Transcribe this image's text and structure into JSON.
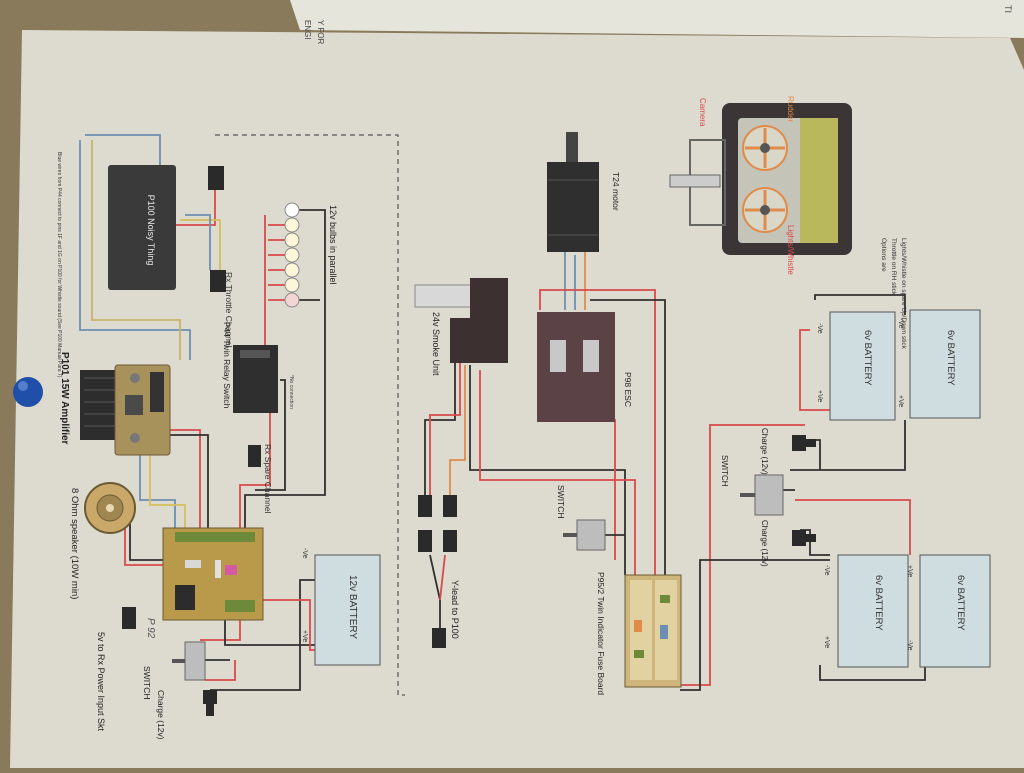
{
  "header_fragment": "ENGI",
  "header_fragment2": "Y FOR",
  "header_fragment3": "TI",
  "noisy_thing": "P100 Noisy Thing",
  "blue_wires_note": "Blue wires from P44 connect to pins 1F and 1G on P100 for Whistle sound (See P100 Manual Para 7)",
  "amplifier": "P101 15W Amplifier",
  "relay_switch": "P44 Twin Relay Switch",
  "no_connection": "*No connection",
  "rx_throttle": "Rx Throttle Channel",
  "rx_spare": "Rx Spare Channel",
  "bulbs": "12v bulbs in parallel",
  "speaker": "8 Ohm speaker (10W min)",
  "power_input": "5v to Rx Power Input Skt",
  "handwritten_p92": "P 92",
  "switch_label": "SWITCH",
  "charge_label": "Charge (12v)",
  "battery_12v": "12v BATTERY",
  "battery_6v": "6v BATTERY",
  "ve_plus": "+Ve",
  "ve_minus": "-Ve",
  "smoke_unit": "24v Smoke Unit",
  "y_lead": "Y-lead to P100",
  "motor": "T24 motor",
  "esc": "P98 ESC",
  "fuse_board": "P95/2 Twin Indicator Fuse Board",
  "camera": "Camera",
  "rudder": "Rudder",
  "lights": "Lights/Whistle",
  "options_title": "Options are",
  "options_line1": "Throttle on RH stick",
  "options_line2": "Lights/Whistle on spare Up/Down stick",
  "colors": {
    "paper": "#dddbd0",
    "wire_red": "#d94a4a",
    "wire_black": "#303030",
    "wire_blue": "#6d8fb3",
    "wire_yellow": "#d6bf5a",
    "wire_orange": "#e08b4a",
    "board_green": "#b89a4a",
    "battery_fill": "#cfdde0",
    "module_dark": "#3a3a3a"
  }
}
